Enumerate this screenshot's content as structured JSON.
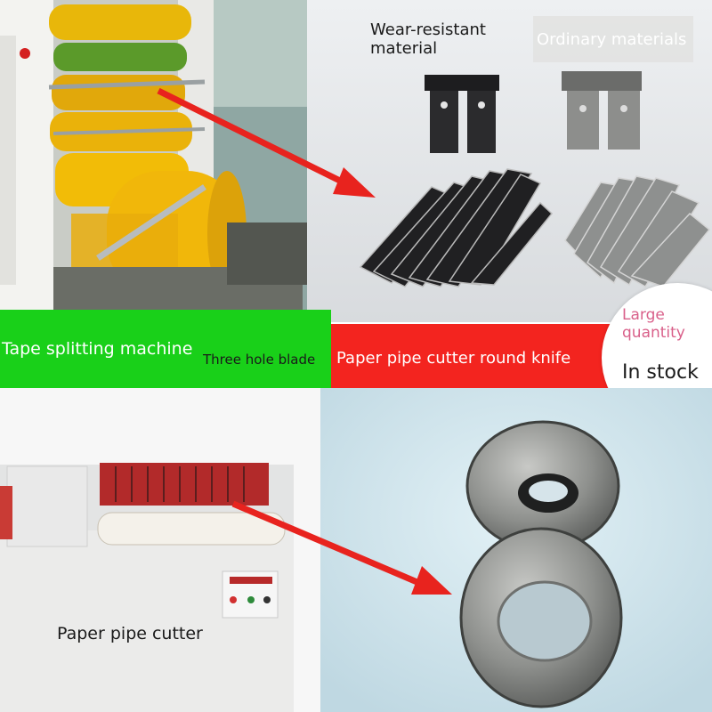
{
  "labels": {
    "wear_resistant": "Wear-resistant\nmaterial",
    "ordinary": "Ordinary materials",
    "large_quantity": "Large\nquantity",
    "in_stock": "In stock",
    "tape_splitting": "Tape splitting machine",
    "three_hole": "Three hole blade",
    "paper_pipe_knife": "Paper pipe cutter round knife",
    "paper_pipe_cutter": "Paper pipe cutter"
  },
  "colors": {
    "green_band": "#19d019",
    "red_band": "#f3241f",
    "arrow_red": "#e8231e",
    "pink_text": "#d9608a",
    "tape_yellow": "#f0b400"
  }
}
